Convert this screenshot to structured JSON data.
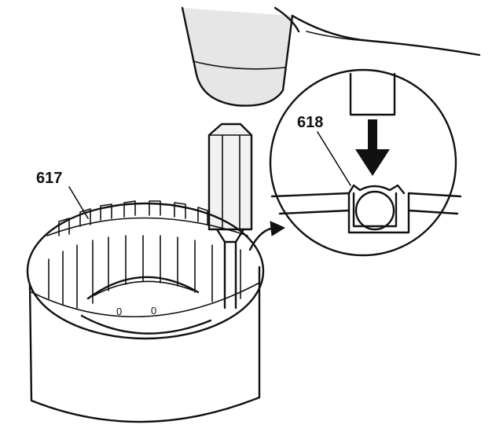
{
  "callouts": {
    "housing": "617",
    "seal": "618"
  },
  "housing_marks": [
    "0",
    "0"
  ],
  "colors": {
    "ink": "#111111",
    "paper": "#ffffff",
    "hand_shade": "#e6e6e6",
    "pin_shade": "#f2f2f2"
  },
  "icons": {
    "press_arrow": "down-arrow-icon",
    "leader_arrow": "curved-arrow-icon"
  }
}
